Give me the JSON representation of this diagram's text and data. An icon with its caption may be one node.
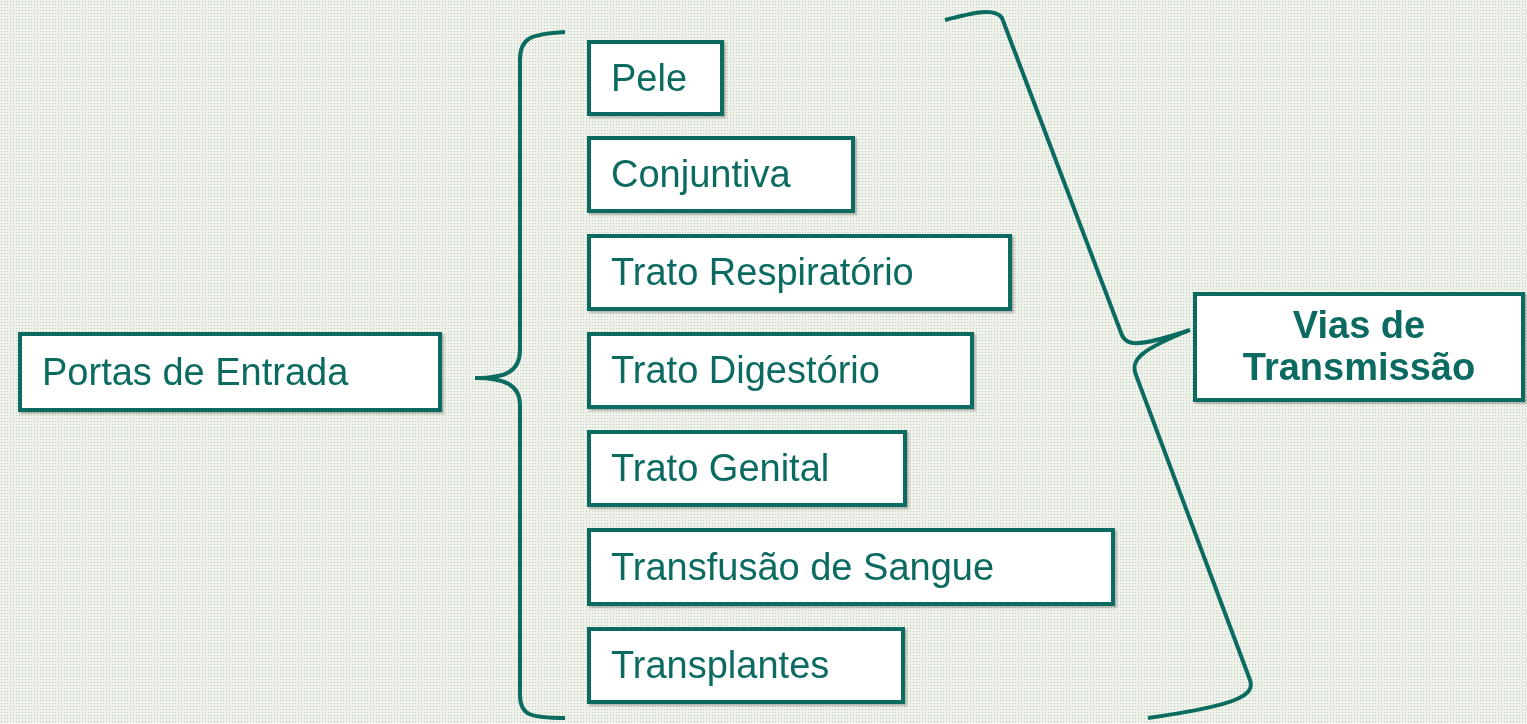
{
  "diagram": {
    "nodes": [
      {
        "text": [
          "Portas de Entrada"
        ]
      },
      {
        "text": [
          "Pele"
        ]
      },
      {
        "text": [
          "Conjuntiva"
        ]
      },
      {
        "text": [
          "Trato Respiratório"
        ]
      },
      {
        "text": [
          "Trato Digestório"
        ]
      },
      {
        "text": [
          "Trato Genital"
        ]
      },
      {
        "text": [
          "Transfusão de Sangue"
        ]
      },
      {
        "text": [
          "Transplantes"
        ]
      },
      {
        "text": [
          "Vias de Transmissão"
        ]
      }
    ]
  }
}
